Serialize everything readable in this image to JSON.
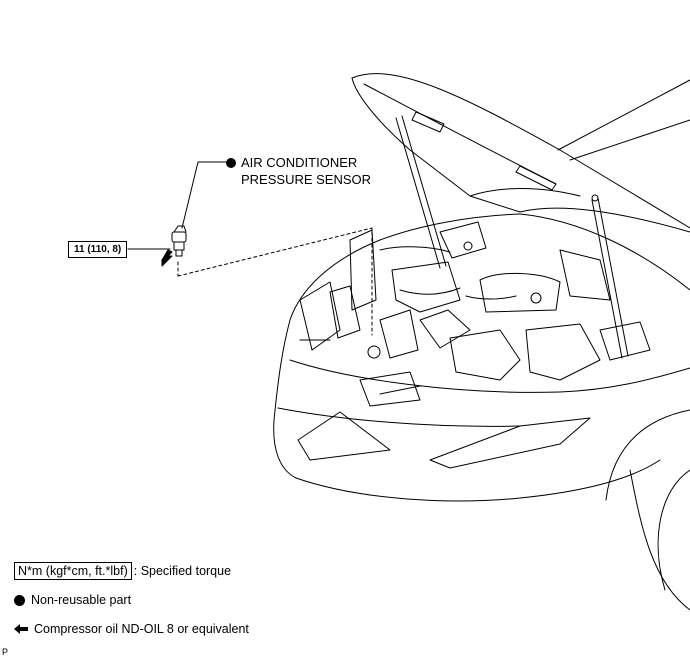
{
  "callout": {
    "part_line1": "AIR CONDITIONER",
    "part_line2": "PRESSURE SENSOR",
    "torque": "11 (110, 8)"
  },
  "legend": {
    "torque_unit": "N*m (kgf*cm, ft.*lbf)",
    "torque_desc": ": Specified torque",
    "nonreusable": "Non-reusable part",
    "compressor_oil": "Compressor oil ND-OIL 8 or equivalent"
  },
  "corner_mark": "P"
}
